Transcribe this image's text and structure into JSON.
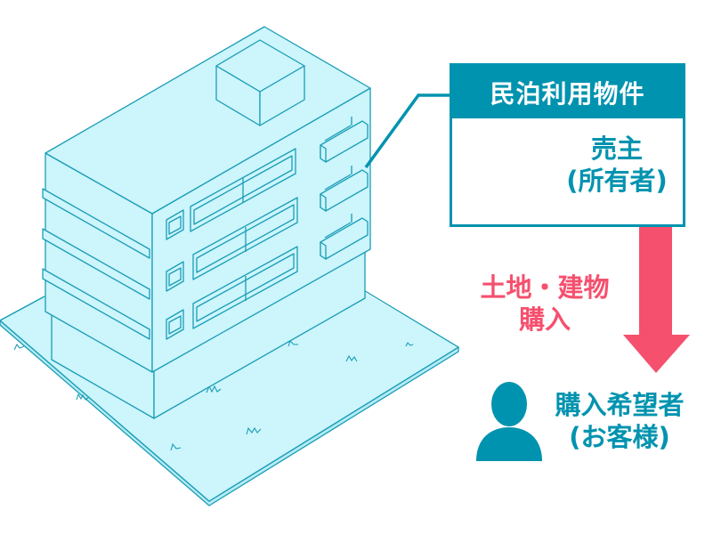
{
  "colors": {
    "teal": "#0093AF",
    "pink": "#F5506E",
    "building_fill": "#CCF5FC",
    "building_stroke": "#1A9DB5"
  },
  "property_box": {
    "title": "民泊利用物件",
    "seller": {
      "icon": "person-icon",
      "line1": "売主",
      "line2": "(所有者)"
    }
  },
  "transaction": {
    "line1": "土地・建物",
    "line2": "購入",
    "arrow_icon": "arrow-down-icon"
  },
  "buyer": {
    "icon": "person-icon",
    "line1": "購入希望者",
    "line2": "(お客様)"
  },
  "illustration": {
    "subject": "building-icon",
    "ground": "grass-lot"
  }
}
